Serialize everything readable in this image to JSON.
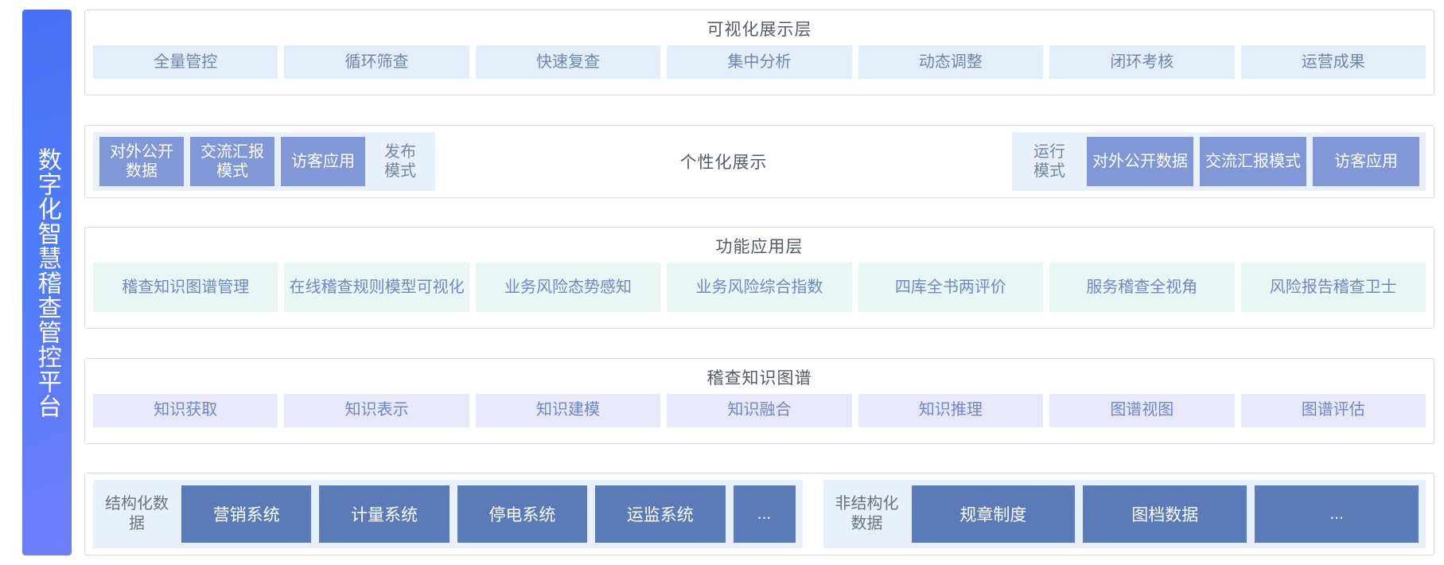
{
  "platform": {
    "vertical_title": "数字化智慧稽查管控平台"
  },
  "layers": {
    "visualization": {
      "title": "可视化展示层",
      "items": [
        "全量管控",
        "循环筛查",
        "快速复查",
        "集中分析",
        "动态调整",
        "闭环考核",
        "运营成果"
      ]
    },
    "modes": {
      "center_label": "个性化展示",
      "left_group": [
        {
          "label": "对外公开数据",
          "style": "solid"
        },
        {
          "label": "交流汇报模式",
          "style": "solid"
        },
        {
          "label": "访客应用",
          "style": "solid"
        },
        {
          "label": "发布模式",
          "style": "light"
        }
      ],
      "right_group": [
        {
          "label": "运行模式",
          "style": "light"
        },
        {
          "label": "对外公开数据",
          "style": "solid"
        },
        {
          "label": "交流汇报模式",
          "style": "solid"
        },
        {
          "label": "访客应用",
          "style": "solid"
        }
      ]
    },
    "function": {
      "title": "功能应用层",
      "items": [
        "稽查知识图谱管理",
        "在线稽查规则模型可视化",
        "业务风险态势感知",
        "业务风险综合指数",
        "四库全书两评价",
        "服务稽查全视角",
        "风险报告稽查卫士"
      ]
    },
    "knowledge_graph": {
      "title": "稽查知识图谱",
      "items": [
        "知识获取",
        "知识表示",
        "知识建模",
        "知识融合",
        "知识推理",
        "图谱视图",
        "图谱评估"
      ]
    },
    "data": {
      "structured": {
        "label": "结构化数据",
        "items": [
          "营销系统",
          "计量系统",
          "停电系统",
          "运监系统",
          "..."
        ]
      },
      "unstructured": {
        "label": "非结构化数据",
        "items": [
          "规章制度",
          "图档数据",
          "..."
        ]
      }
    }
  },
  "colors": {
    "rail_gradient_start": "#4a6ef5",
    "rail_gradient_end": "#6f7df9",
    "chip_vis_bg": "#e3eefb",
    "chip_func_bg": "#e8f7f4",
    "chip_kg_bg": "#e7e9fb",
    "mode_solid_bg": "#8197d8",
    "data_box_bg": "#5b7ab8",
    "group_bg": "#e7f0fb",
    "text_blue": "#6f87c8",
    "text_gray": "#555b66"
  }
}
